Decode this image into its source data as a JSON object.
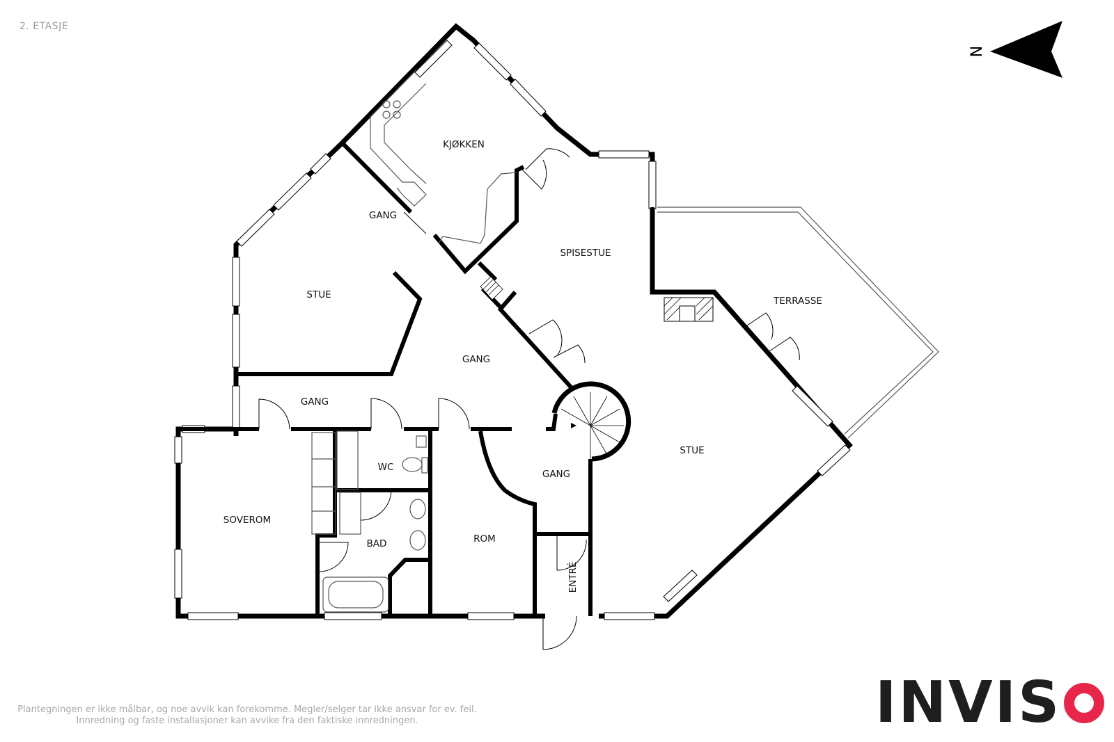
{
  "floor": {
    "label": "2. ETASJE"
  },
  "compass": {
    "letter": "N"
  },
  "rooms": {
    "kitchen": "KJØKKEN",
    "hall_top": "GANG",
    "living_left": "STUE",
    "dining": "SPISESTUE",
    "terrace": "TERRASSE",
    "hall_middle": "GANG",
    "hall_lower": "GANG",
    "living_right": "STUE",
    "wc": "WC",
    "hall_right": "GANG",
    "bedroom": "SOVEROM",
    "bathroom": "BAD",
    "room": "ROM",
    "entrance": "ENTRÉ"
  },
  "footer": {
    "disclaimer_line1": "Plantegningen er ikke målbar, og noe avvik kan forekomme. Megler/selger tar ikke ansvar for ev. feil.",
    "disclaimer_line2": "Innredning og faste installasjoner kan avvike fra den faktiske innredningen."
  },
  "logo": {
    "text": "INVIS",
    "accent_color": "#e8264a",
    "text_color": "#1e1e1e"
  },
  "colors": {
    "wall": "#000000",
    "window": "#8a8a8a",
    "background": "#ffffff"
  }
}
